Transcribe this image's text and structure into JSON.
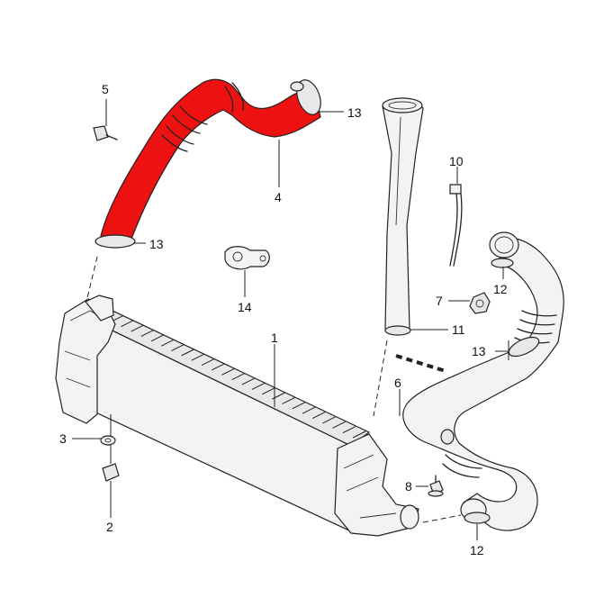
{
  "diagram": {
    "highlight_color": "#ee1111",
    "callouts": [
      {
        "id": "c1",
        "label": "1"
      },
      {
        "id": "c2",
        "label": "2"
      },
      {
        "id": "c3",
        "label": "3"
      },
      {
        "id": "c4",
        "label": "4"
      },
      {
        "id": "c5",
        "label": "5"
      },
      {
        "id": "c6",
        "label": "6"
      },
      {
        "id": "c7",
        "label": "7"
      },
      {
        "id": "c8",
        "label": "8"
      },
      {
        "id": "c10",
        "label": "10"
      },
      {
        "id": "c11",
        "label": "11"
      },
      {
        "id": "c12a",
        "label": "12"
      },
      {
        "id": "c12b",
        "label": "12"
      },
      {
        "id": "c13a",
        "label": "13"
      },
      {
        "id": "c13b",
        "label": "13"
      },
      {
        "id": "c13c",
        "label": "13"
      },
      {
        "id": "c14",
        "label": "14"
      }
    ]
  }
}
